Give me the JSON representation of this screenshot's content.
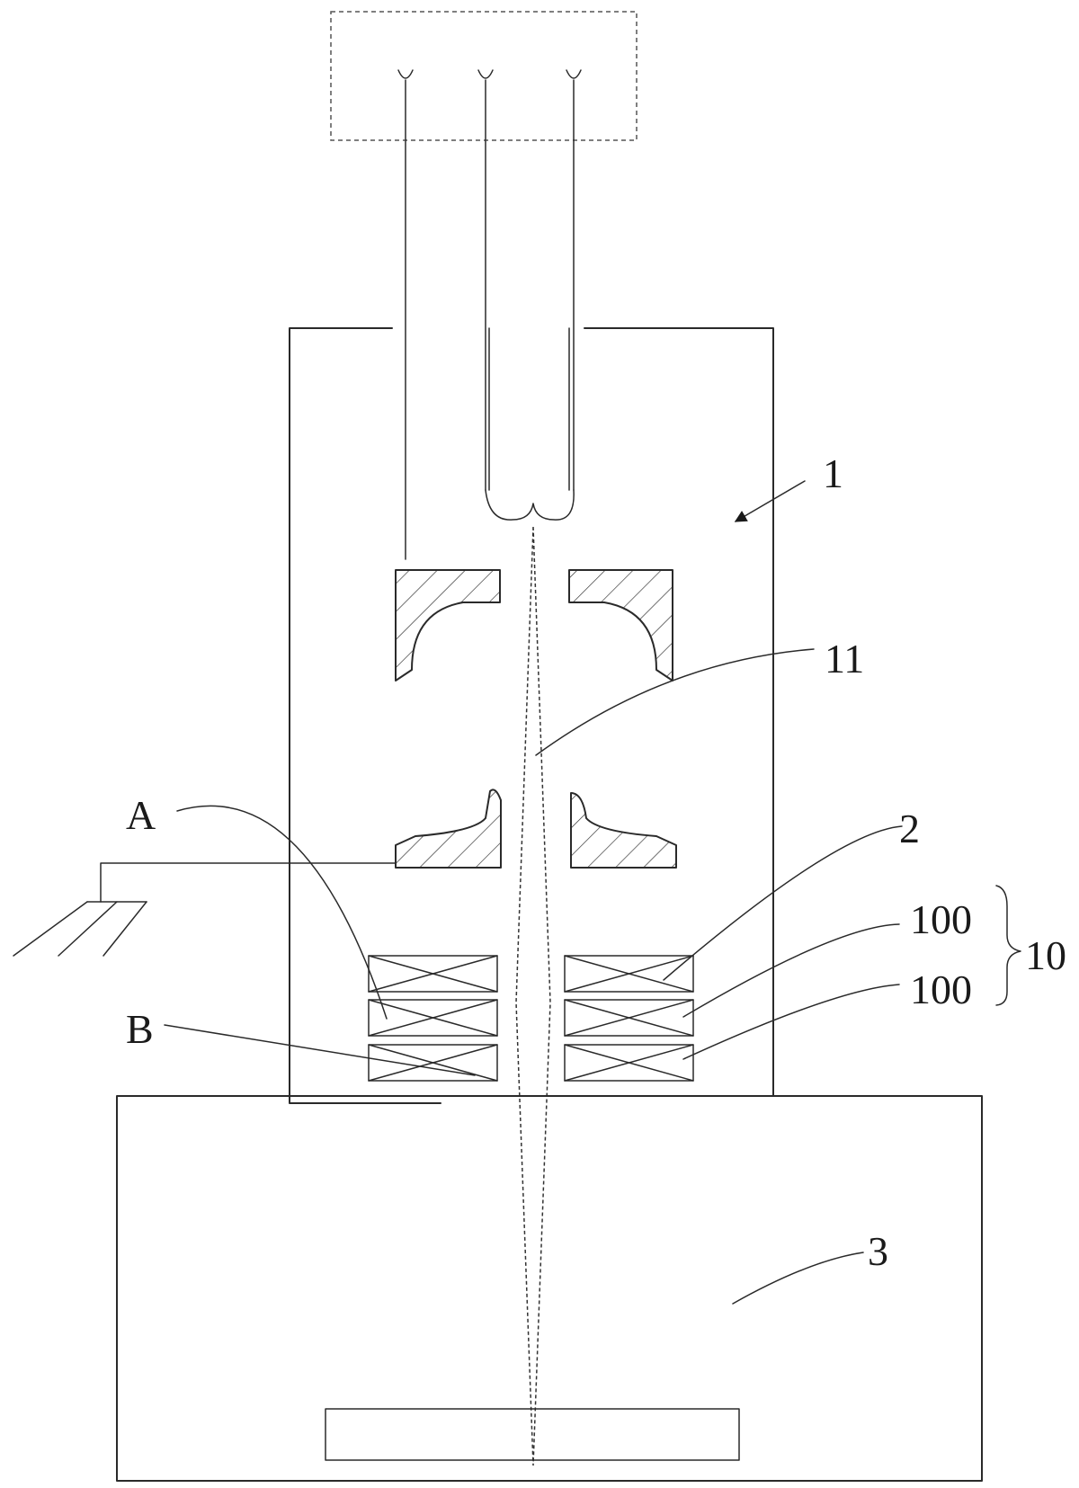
{
  "labels": {
    "column": "1",
    "beam": "11",
    "label_a": "A",
    "coil_assembly": "2",
    "coil_upper": "100",
    "coil_lower": "100",
    "coil_group": "10",
    "label_b": "B",
    "sample": "3"
  }
}
